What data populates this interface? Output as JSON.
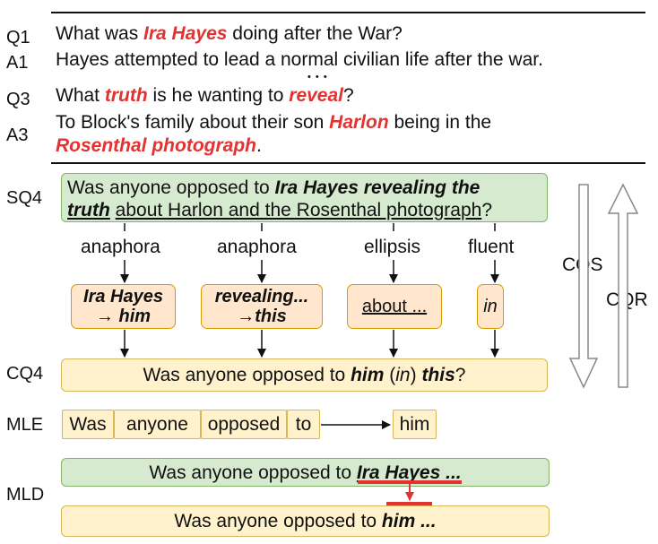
{
  "qa": {
    "q1_label": "Q1",
    "q1_pre": "What was ",
    "q1_red": "Ira Hayes",
    "q1_post": " doing after the War?",
    "a1_label": "A1",
    "a1_text": "Hayes attempted to lead a normal civilian life after the war.",
    "ellipsis": "• • •",
    "q3_label": "Q3",
    "q3_pre": "What ",
    "q3_red1": "truth",
    "q3_mid": " is he wanting to ",
    "q3_red2": "reveal",
    "q3_post": "?",
    "a3_label": "A3",
    "a3_line1_pre": "To Block's family about their son ",
    "a3_line1_red": "Harlon",
    "a3_line1_post": " being in the",
    "a3_line2_red": "Rosenthal photograph",
    "a3_line2_post": "."
  },
  "sq4": {
    "label": "SQ4",
    "l1_pre": "Was anyone opposed to ",
    "l1_bold": "Ira Hayes revealing the",
    "l2_bold": "truth",
    "l2_space": " ",
    "l2_under": "about Harlon and the Rosenthal photograph",
    "l2_post": "?"
  },
  "relations": [
    "anaphora",
    "anaphora",
    "ellipsis",
    "fluent"
  ],
  "rewrites": {
    "r1_l1": "Ira Hayes",
    "r1_l2": "→ him",
    "r2_l1": "revealing...",
    "r2_l2": "→this",
    "r3": "about ...",
    "r4": "in"
  },
  "side_arrows": {
    "cqs": "CQS",
    "cqr": "CQR"
  },
  "cq4": {
    "label": "CQ4",
    "pre": "Was anyone opposed to ",
    "him": "him",
    "sp": " (",
    "in": "in",
    "close": ") ",
    "this": "this",
    "post": "?"
  },
  "mle": {
    "label": "MLE",
    "tokens": [
      "Was",
      "anyone",
      "opposed",
      "to"
    ],
    "target": "him"
  },
  "mld": {
    "label": "MLD",
    "top_pre": "Was anyone opposed to ",
    "top_bold": "Ira Hayes",
    "top_post": " ...",
    "bottom_pre": "Was anyone opposed to ",
    "bottom_bold": "him ..."
  },
  "colors": {
    "highlight_red": "#e23232",
    "green_fill": "#d6ead0",
    "yellow_fill": "#fff2cc",
    "orange_fill": "#ffe6cc"
  }
}
